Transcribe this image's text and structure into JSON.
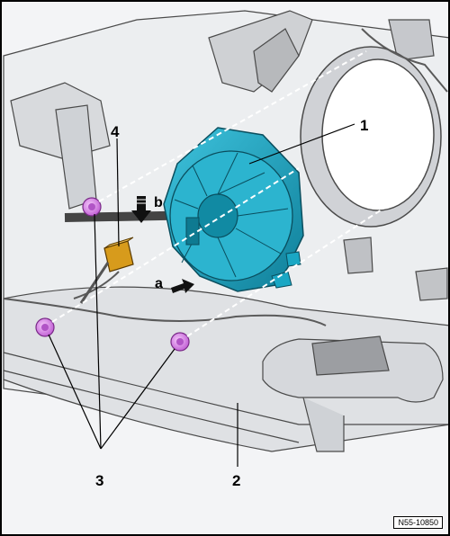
{
  "callouts": {
    "c1": "1",
    "c2": "2",
    "c3": "3",
    "c4": "4",
    "ca": "a",
    "cb": "b"
  },
  "figure_ref": "N55-10850",
  "colors": {
    "speaker": "#1aa7c4",
    "screw": "#d982e6",
    "clip": "#d79b1c",
    "panel": "#e6e7ea",
    "edge": "#4a4a4a"
  },
  "icons": [
    "arrow-a-icon",
    "arrow-b-icon"
  ]
}
